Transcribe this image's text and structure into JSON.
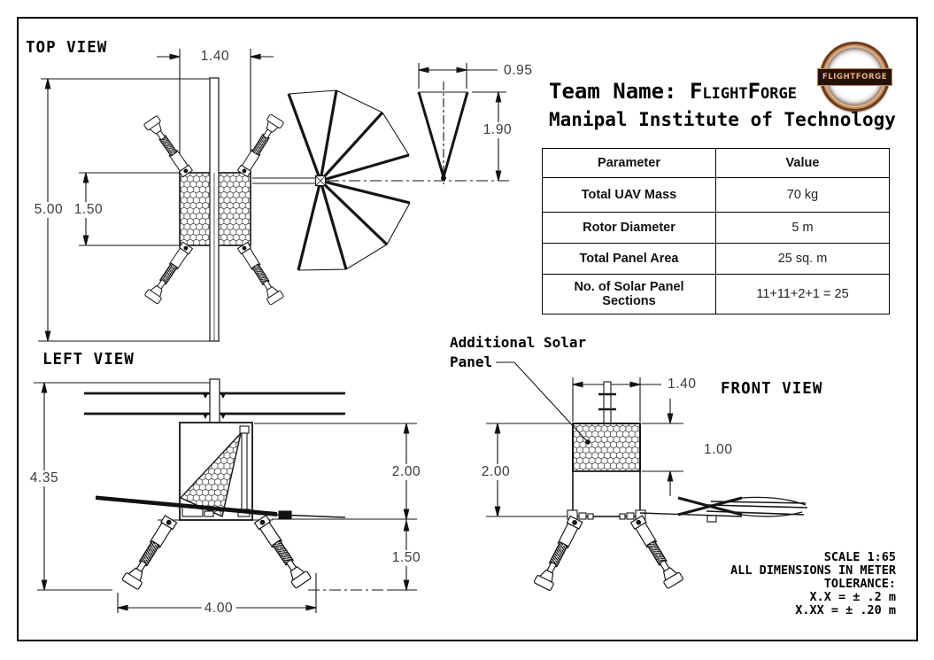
{
  "labels": {
    "top_view": "TOP VIEW",
    "left_view": "LEFT VIEW",
    "front_view": "FRONT VIEW"
  },
  "header": {
    "team_label": "Team Name: ",
    "team_name": "FlightForge",
    "institute": "Manipal Institute of Technology"
  },
  "logo": {
    "text": "FLIGHTFORGE"
  },
  "table": {
    "headers": [
      "Parameter",
      "Value"
    ],
    "rows": [
      [
        "Total UAV Mass",
        "70 kg"
      ],
      [
        "Rotor Diameter",
        "5 m"
      ],
      [
        "Total Panel Area",
        "25 sq. m"
      ],
      [
        "No. of Solar Panel Sections",
        "11+11+2+1 = 25"
      ]
    ]
  },
  "dimensions": {
    "tv_width": "1.40",
    "tv_overall": "5.00",
    "tv_body": "1.50",
    "blade_width": "0.95",
    "blade_length": "1.90",
    "lv_overall": "4.35",
    "lv_body": "2.00",
    "lv_leg": "1.50",
    "lv_track": "4.00",
    "fv_width": "1.40",
    "fv_panel": "1.00",
    "fv_body": "2.00"
  },
  "annotations": {
    "solar_line1": "Additional Solar",
    "solar_line2": "Panel"
  },
  "notes": {
    "scale": "SCALE 1:65",
    "units": "ALL DIMENSIONS IN METER",
    "tolerance_title": "TOLERANCE:",
    "tol_1": "X.X = ± .2 m",
    "tol_2": "X.XX = ± .20 m"
  },
  "colors": {
    "line": "#151515",
    "copper": "#b5744a",
    "copper_dark": "#381d0e",
    "copper_light": "#e2a36d"
  }
}
